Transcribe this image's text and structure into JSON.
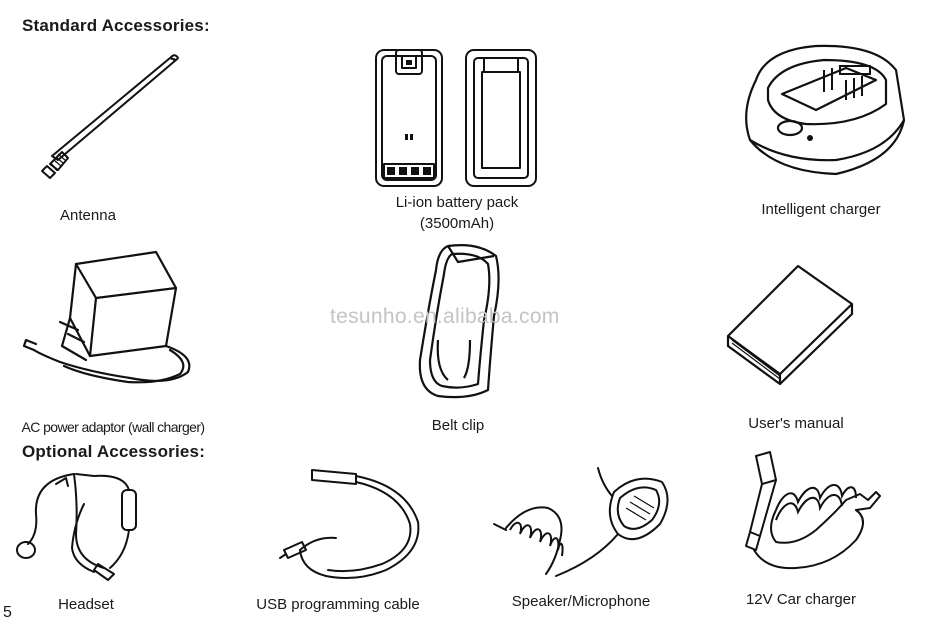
{
  "standard_heading": "Standard Accessories:",
  "optional_heading": "Optional Accessories:",
  "watermark": "tesunho.en.alibaba.com",
  "page_number": "5",
  "items": {
    "antenna": {
      "label": "Antenna",
      "icon": "antenna-icon"
    },
    "battery": {
      "label_line1": "Li-ion battery pack",
      "label_line2": "(3500mAh)",
      "icon": "battery-pack-icon"
    },
    "charger": {
      "label": "Intelligent charger",
      "icon": "desktop-charger-icon"
    },
    "adaptor": {
      "label": "AC power adaptor (wall charger)",
      "icon": "wall-adapter-icon"
    },
    "beltclip": {
      "label": "Belt clip",
      "icon": "belt-clip-icon"
    },
    "manual": {
      "label": "User's manual",
      "icon": "manual-icon"
    },
    "headset": {
      "label": "Headset",
      "icon": "headset-icon"
    },
    "usb": {
      "label": "USB programming cable",
      "icon": "usb-cable-icon"
    },
    "speaker": {
      "label": "Speaker/Microphone",
      "icon": "speaker-mic-icon"
    },
    "carcharger": {
      "label": "12V Car charger",
      "icon": "car-charger-icon"
    }
  }
}
